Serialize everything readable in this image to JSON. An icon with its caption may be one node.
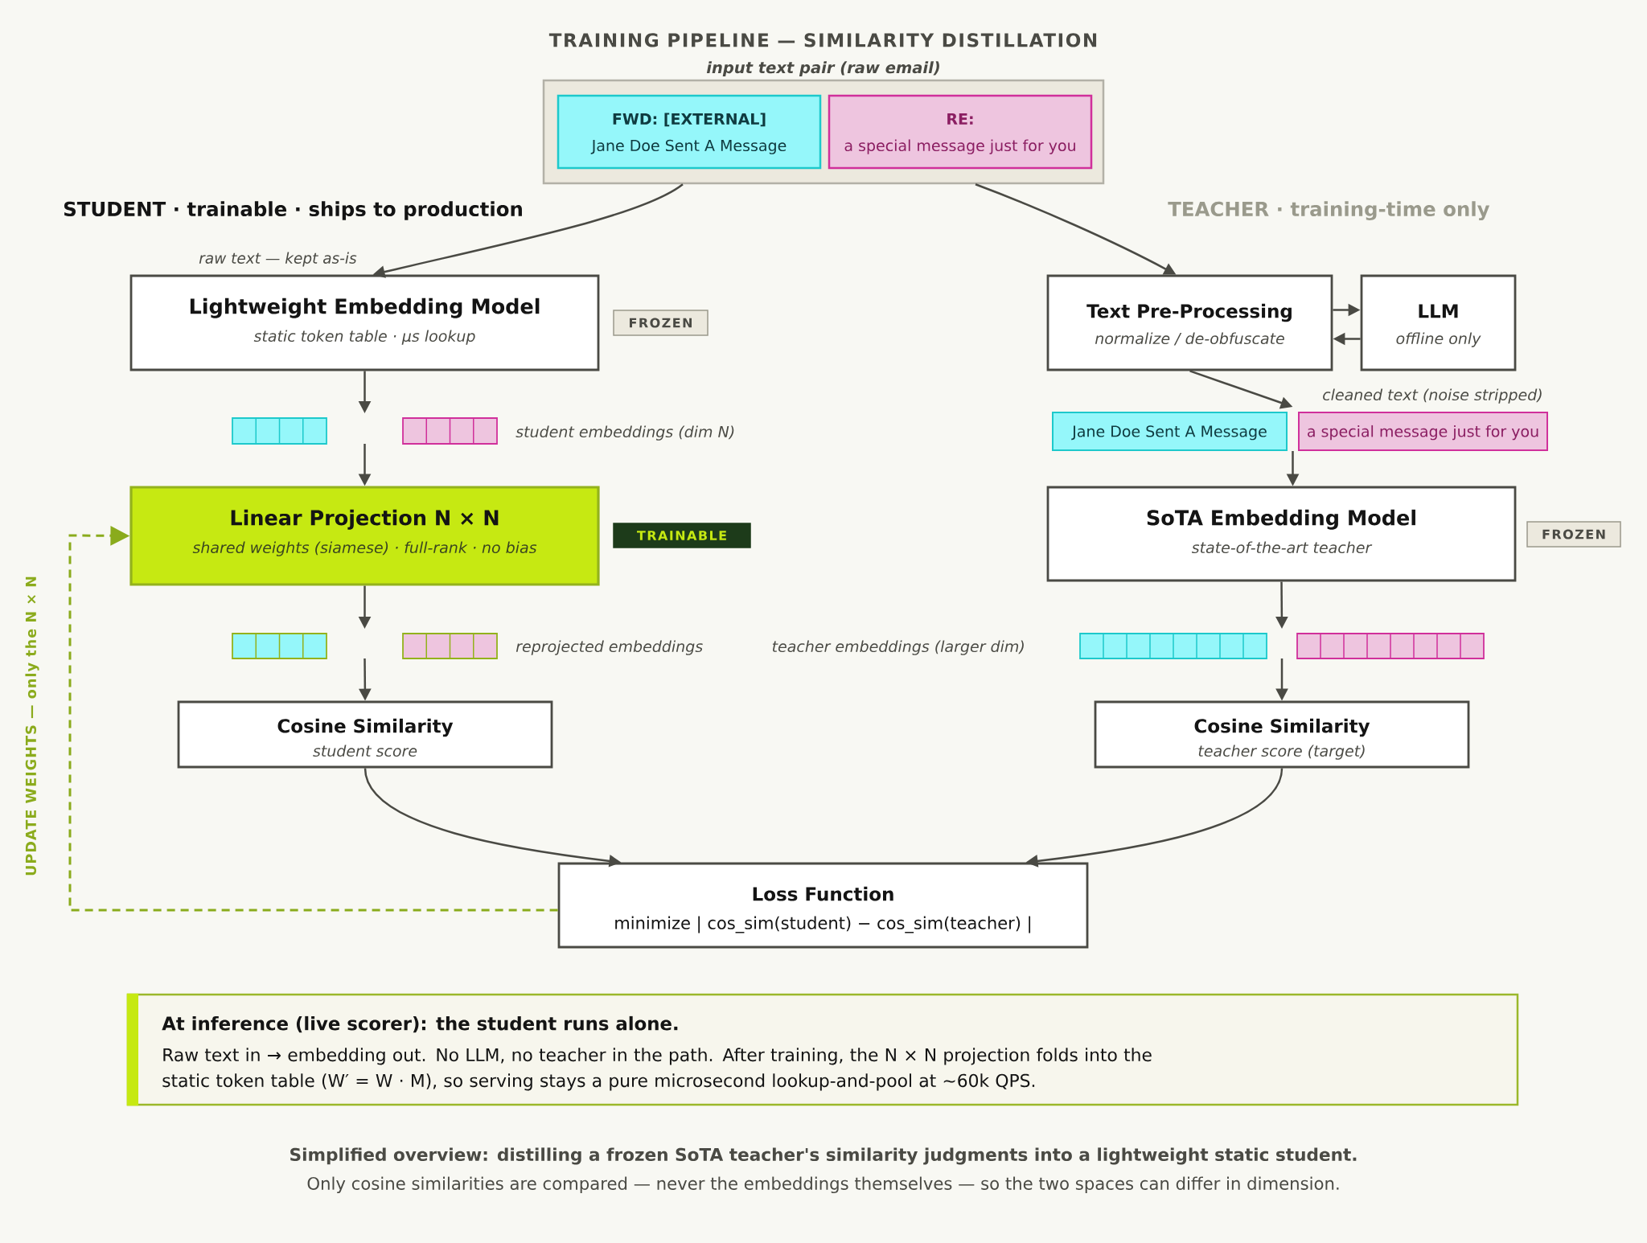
{
  "diagram": {
    "title": "TRAINING PIPELINE — SIMILARITY DISTILLATION",
    "caption": "Simplified overview: distilling a frozen SoTA teacher's similarity judgments into a lightweight static student.",
    "nodes": [
      {
        "text": [
          "input text pair (raw email)"
        ]
      },
      {
        "text": [
          "FWD: [EXTERNAL]",
          "Jane Doe Sent A Message"
        ],
        "in": 0
      },
      {
        "text": [
          "RE:",
          "a special message just for you"
        ],
        "in": 0
      },
      {
        "text": [
          "Lightweight Embedding Model",
          "static token table · µs lookup"
        ],
        "beside": [
          "FROZEN"
        ]
      },
      {
        "text": [
          "Text Pre-Processing",
          "normalize / de-obfuscate"
        ]
      },
      {
        "text": [
          "LLM",
          "offline only"
        ]
      },
      {
        "text": [],
        "shape": "bar",
        "beside": [
          "student embeddings (dim N)"
        ]
      },
      {
        "text": [
          "Jane Doe Sent A Message"
        ]
      },
      {
        "text": [
          "a special message just for you"
        ]
      },
      {
        "text": [
          "Linear Projection N × N",
          "shared weights (siamese) · full-rank · no bias"
        ],
        "beside": [
          "TRAINABLE"
        ]
      },
      {
        "text": [
          "SoTA Embedding Model",
          "state-of-the-art teacher"
        ],
        "beside": [
          "FROZEN"
        ]
      },
      {
        "text": [],
        "shape": "bar",
        "beside": [
          "reprojected embeddings"
        ]
      },
      {
        "text": [],
        "shape": "bar",
        "beside": [
          "teacher embeddings (larger dim)"
        ]
      },
      {
        "text": [
          "Cosine Similarity",
          "student score"
        ]
      },
      {
        "text": [
          "Cosine Similarity",
          "teacher score (target)"
        ]
      },
      {
        "text": [
          "Loss Function",
          "minimize | cos_sim(student) − cos_sim(teacher) |"
        ]
      },
      {
        "text": [
          "At inference (live scorer): the student runs alone.",
          "Raw text in → embedding out. No LLM, no teacher in the path. After training, the N × N projection folds into the static token table (W′ = W · M), so serving stays a pure microsecond lookup-and-pool at ~60k QPS."
        ]
      }
    ],
    "edges": [
      {
        "from": 0,
        "to": 3,
        "arrow": "to",
        "label": "raw text — kept as-is"
      },
      {
        "from": 0,
        "to": 4,
        "arrow": "to"
      },
      {
        "from": 4,
        "to": 5,
        "arrow": "to"
      },
      {
        "from": 5,
        "to": 4,
        "arrow": "to"
      },
      {
        "from": 4,
        "to": 7,
        "arrow": "to",
        "label": "cleaned text (noise stripped)"
      },
      {
        "from": 4,
        "to": 8,
        "arrow": "to"
      },
      {
        "from": 3,
        "to": 6,
        "arrow": "to"
      },
      {
        "from": 6,
        "to": 9,
        "arrow": "to"
      },
      {
        "from": 7,
        "to": 10,
        "arrow": "to"
      },
      {
        "from": 8,
        "to": 10,
        "arrow": "to"
      },
      {
        "from": 9,
        "to": 11,
        "arrow": "to"
      },
      {
        "from": 10,
        "to": 12,
        "arrow": "to"
      },
      {
        "from": 11,
        "to": 13,
        "arrow": "to"
      },
      {
        "from": 12,
        "to": 14,
        "arrow": "to"
      },
      {
        "from": 13,
        "to": 15,
        "arrow": "to"
      },
      {
        "from": 14,
        "to": 15,
        "arrow": "to"
      },
      {
        "from": 15,
        "to": 9,
        "arrow": "to",
        "label": "UPDATE WEIGHTS — only the N × N",
        "style": "dashed",
        "color": "#8aab1c"
      }
    ],
    "labels": [
      "STUDENT · trainable · ships to production",
      "TEACHER · training-time only",
      "Only cosine similarities are compared — never the embeddings themselves — so the two spaces can differ in dimension."
    ]
  }
}
